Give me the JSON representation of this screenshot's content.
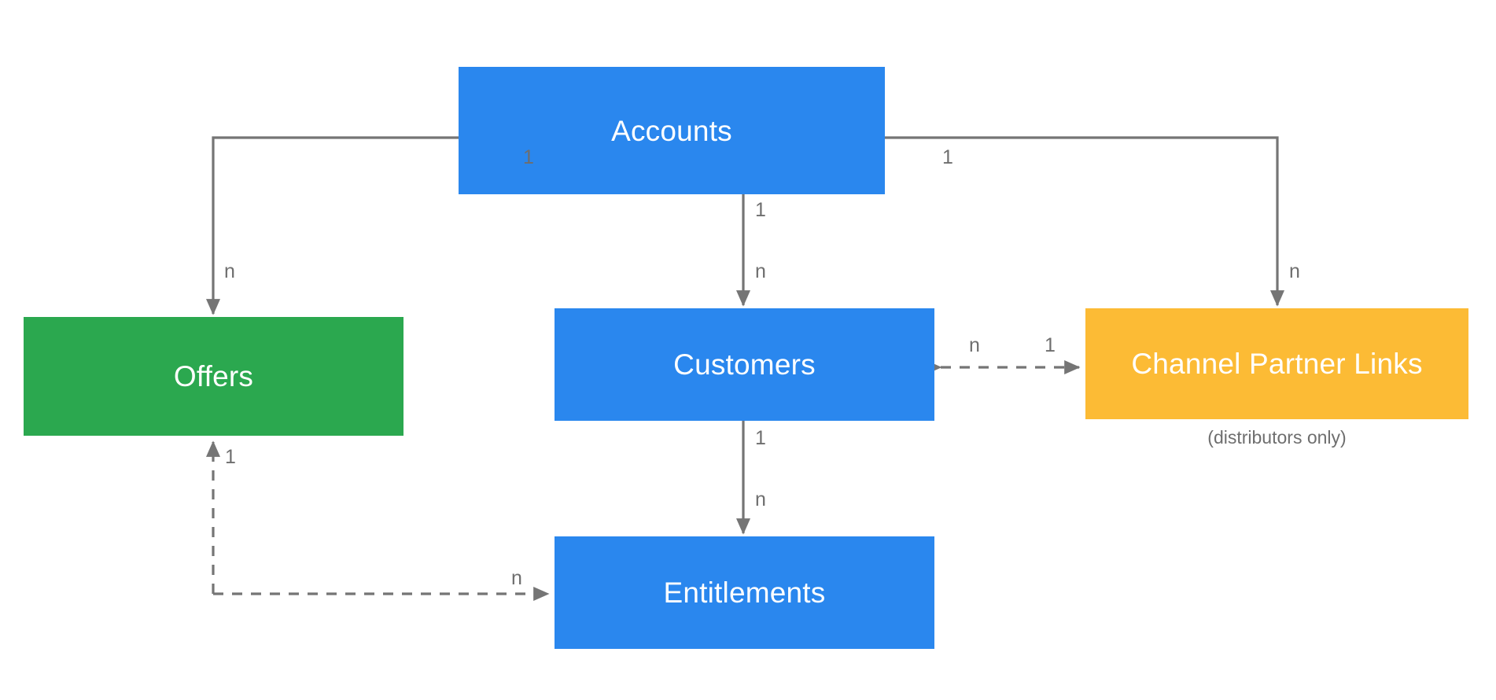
{
  "diagram": {
    "type": "entity-relationship-diagram",
    "background_color": "#ffffff",
    "colors": {
      "blue": "#2a87ee",
      "green": "#2ba84f",
      "orange": "#fcbb35",
      "edge_gray": "#757575",
      "label_gray": "#6e6e6e",
      "node_text": "#ffffff"
    },
    "nodes": [
      {
        "id": "accounts",
        "label": "Accounts",
        "color": "#2a87ee"
      },
      {
        "id": "offers",
        "label": "Offers",
        "color": "#2ba84f"
      },
      {
        "id": "customers",
        "label": "Customers",
        "color": "#2a87ee"
      },
      {
        "id": "cpl",
        "label": "Channel Partner Links",
        "color": "#fcbb35",
        "caption": "(distributors only)"
      },
      {
        "id": "entitlements",
        "label": "Entitlements",
        "color": "#2a87ee"
      }
    ],
    "edges": [
      {
        "id": "accounts-offers",
        "from": "accounts",
        "to": "offers",
        "style": "solid",
        "arrow": "single",
        "source_label": "1",
        "target_label": "n"
      },
      {
        "id": "accounts-customers",
        "from": "accounts",
        "to": "customers",
        "style": "solid",
        "arrow": "single",
        "source_label": "1",
        "target_label": "n"
      },
      {
        "id": "accounts-cpl",
        "from": "accounts",
        "to": "cpl",
        "style": "solid",
        "arrow": "single",
        "source_label": "1",
        "target_label": "n"
      },
      {
        "id": "customers-cpl",
        "from": "customers",
        "to": "cpl",
        "style": "dashed",
        "arrow": "double",
        "source_label": "n",
        "target_label": "1"
      },
      {
        "id": "customers-entitlements",
        "from": "customers",
        "to": "entitlements",
        "style": "solid",
        "arrow": "single",
        "source_label": "1",
        "target_label": "n"
      },
      {
        "id": "offers-entitlements",
        "from": "offers",
        "to": "entitlements",
        "style": "dashed",
        "arrow": "single",
        "source_label": "1",
        "target_label": "n"
      }
    ],
    "edge_labels": {
      "accounts_offers_one": "1",
      "accounts_offers_many": "n",
      "accounts_customers_one": "1",
      "accounts_customers_many": "n",
      "accounts_cpl_one": "1",
      "accounts_cpl_many": "n",
      "customers_cpl_many": "n",
      "customers_cpl_one": "1",
      "customers_entitlements_one": "1",
      "customers_entitlements_many": "n",
      "offers_entitlements_one": "1",
      "offers_entitlements_many": "n"
    }
  }
}
